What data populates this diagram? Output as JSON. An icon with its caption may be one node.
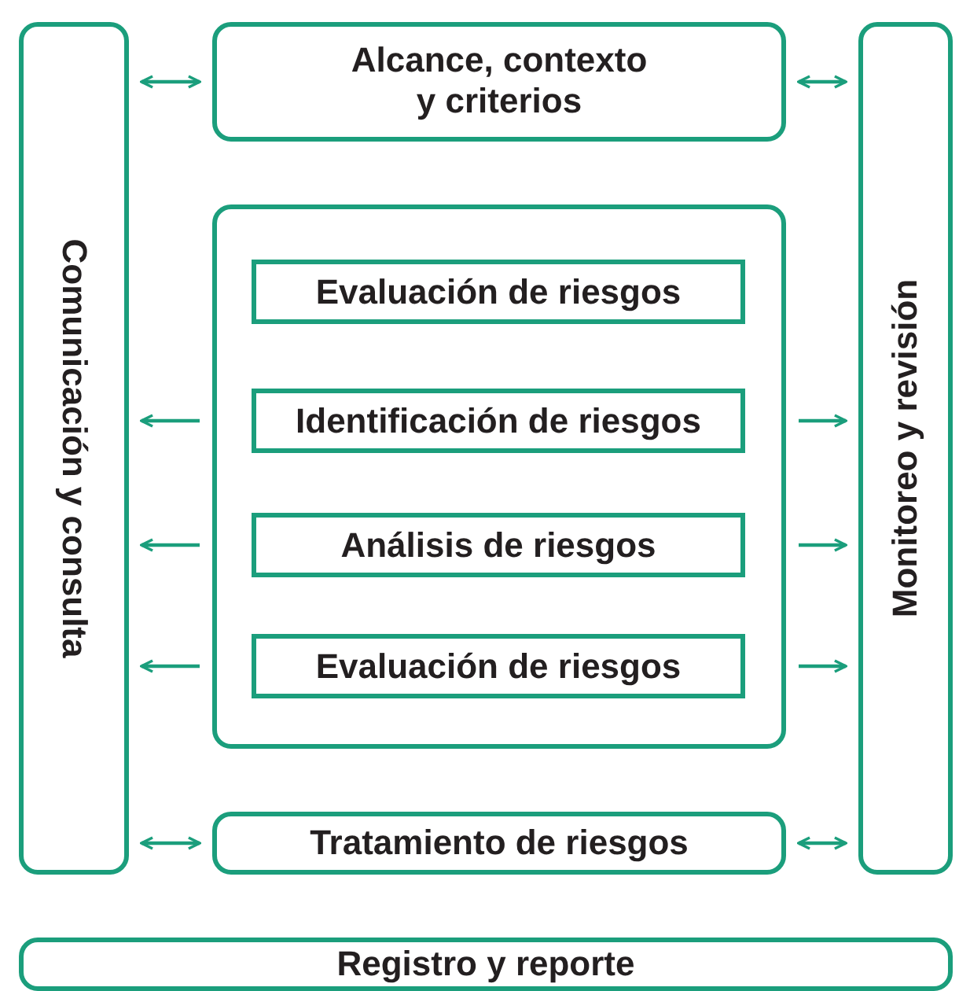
{
  "diagram": {
    "nodes": [
      {
        "text": [
          "Comunicación y consulta"
        ]
      },
      {
        "text": [
          "Alcance, contexto y criterios"
        ]
      },
      {
        "text": [
          "Monitoreo y revisión"
        ]
      },
      {
        "text": [],
        "shape": "box"
      },
      {
        "text": [
          "Evaluación de riesgos"
        ],
        "in": 3
      },
      {
        "text": [
          "Identificación de riesgos"
        ],
        "in": 3
      },
      {
        "text": [
          "Análisis de riesgos"
        ],
        "in": 3
      },
      {
        "text": [
          "Evaluación de riesgos"
        ],
        "in": 3
      },
      {
        "text": [
          "Tratamiento de riesgos"
        ]
      },
      {
        "text": [
          "Registro y reporte"
        ]
      }
    ],
    "edges": [
      {
        "from": 0,
        "to": 1,
        "arrow": "both"
      },
      {
        "from": 1,
        "to": 2,
        "arrow": "both"
      },
      {
        "from": 5,
        "to": 0,
        "arrow": "to"
      },
      {
        "from": 6,
        "to": 0,
        "arrow": "to"
      },
      {
        "from": 7,
        "to": 0,
        "arrow": "to"
      },
      {
        "from": 5,
        "to": 2,
        "arrow": "to"
      },
      {
        "from": 6,
        "to": 2,
        "arrow": "to"
      },
      {
        "from": 7,
        "to": 2,
        "arrow": "to"
      },
      {
        "from": 0,
        "to": 8,
        "arrow": "both"
      },
      {
        "from": 8,
        "to": 2,
        "arrow": "both"
      }
    ]
  }
}
